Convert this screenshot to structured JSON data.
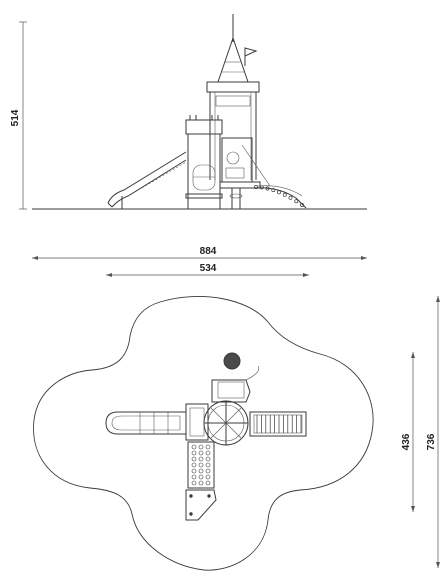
{
  "dimensions": {
    "elevation_height": "514",
    "overall_width": "884",
    "inner_width": "534",
    "plan_depth_inner": "436",
    "plan_depth_outer": "736"
  },
  "colors": {
    "line": "#3a3a3a",
    "text": "#222222",
    "background": "#ffffff"
  }
}
